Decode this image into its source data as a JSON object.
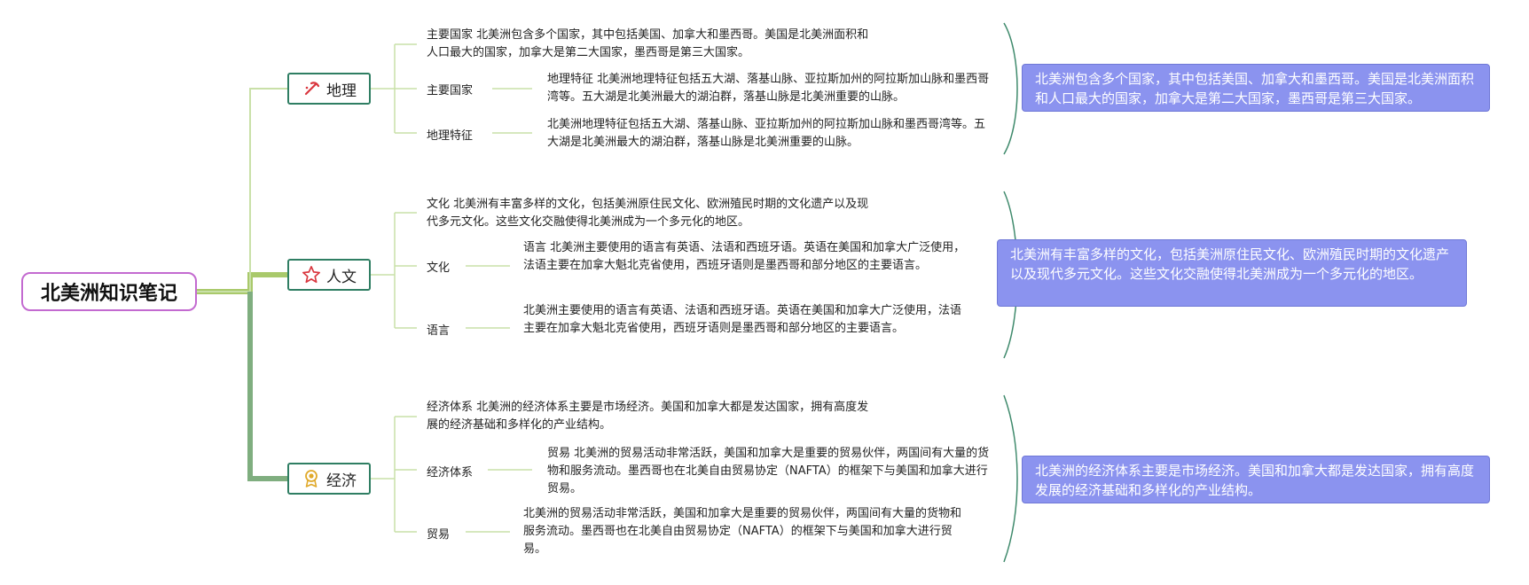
{
  "root": {
    "title": "北美洲知识笔记"
  },
  "branches": [
    {
      "label": "地理",
      "icon": "pick-axe-icon",
      "intro": "主要国家 北美洲包含多个国家，其中包括美国、加拿大和墨西哥。美国是北美洲面积和人口最大的国家，加拿大是第二大国家，墨西哥是第三大国家。",
      "sub": [
        {
          "label": "主要国家",
          "text": "地理特征 北美洲地理特征包括五大湖、落基山脉、亚拉斯加州的阿拉斯加山脉和墨西哥湾等。五大湖是北美洲最大的湖泊群，落基山脉是北美洲重要的山脉。"
        },
        {
          "label": "地理特征",
          "text": "北美洲地理特征包括五大湖、落基山脉、亚拉斯加州的阿拉斯加山脉和墨西哥湾等。五大湖是北美洲最大的湖泊群，落基山脉是北美洲重要的山脉。"
        }
      ],
      "summary": "北美洲包含多个国家，其中包括美国、加拿大和墨西哥。美国是北美洲面积和人口最大的国家，加拿大是第二大国家，墨西哥是第三大国家。"
    },
    {
      "label": "人文",
      "icon": "star-icon",
      "intro": "文化 北美洲有丰富多样的文化，包括美洲原住民文化、欧洲殖民时期的文化遗产以及现代多元文化。这些文化交融使得北美洲成为一个多元化的地区。",
      "sub": [
        {
          "label": "文化",
          "text": "语言 北美洲主要使用的语言有英语、法语和西班牙语。英语在美国和加拿大广泛使用，法语主要在加拿大魁北克省使用，西班牙语则是墨西哥和部分地区的主要语言。"
        },
        {
          "label": "语言",
          "text": "北美洲主要使用的语言有英语、法语和西班牙语。英语在美国和加拿大广泛使用，法语主要在加拿大魁北克省使用，西班牙语则是墨西哥和部分地区的主要语言。"
        }
      ],
      "summary": "北美洲有丰富多样的文化，包括美洲原住民文化、欧洲殖民时期的文化遗产以及现代多元文化。这些文化交融使得北美洲成为一个多元化的地区。"
    },
    {
      "label": "经济",
      "icon": "medal-icon",
      "intro": "经济体系 北美洲的经济体系主要是市场经济。美国和加拿大都是发达国家，拥有高度发展的经济基础和多样化的产业结构。",
      "sub": [
        {
          "label": "经济体系",
          "text": "贸易 北美洲的贸易活动非常活跃，美国和加拿大是重要的贸易伙伴，两国间有大量的货物和服务流动。墨西哥也在北美自由贸易协定（NAFTA）的框架下与美国和加拿大进行贸易。"
        },
        {
          "label": "贸易",
          "text": "北美洲的贸易活动非常活跃，美国和加拿大是重要的贸易伙伴，两国间有大量的货物和服务流动。墨西哥也在北美自由贸易协定（NAFTA）的框架下与美国和加拿大进行贸易。"
        }
      ],
      "summary": "北美洲的经济体系主要是市场经济。美国和加拿大都是发达国家，拥有高度发展的经济基础和多样化的产业结构。"
    }
  ],
  "colors": {
    "trunk": "#7fae7f",
    "connector": "#b9d89a",
    "branch_border": "#2f7e63",
    "root_border": "#c36ad0",
    "summary_fill": "#8b93ef",
    "brace": "#3f8a6c"
  }
}
